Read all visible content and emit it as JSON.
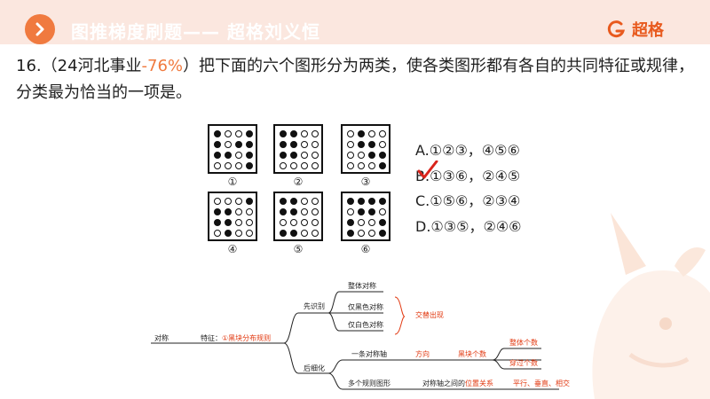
{
  "header": {
    "title": "图推梯度刷题—— 超格刘义恒",
    "brand": "超格"
  },
  "question": {
    "prefix": "16.（24河北事业",
    "percent": "-76%",
    "text": "）把下面的六个图形分为两类，使各类图形都有各自的共同特征或规律，分类最为恰当的一项是。"
  },
  "figures": [
    {
      "label": "①",
      "grid": [
        "bwwb",
        "bwbb",
        "bbwb",
        "wwwb"
      ]
    },
    {
      "label": "②",
      "grid": [
        "bbww",
        "bbww",
        "bbww",
        "wwww"
      ]
    },
    {
      "label": "③",
      "grid": [
        "wbww",
        "wbbw",
        "wwbb",
        "wwwb"
      ]
    },
    {
      "label": "④",
      "grid": [
        "wwwb",
        "bbww",
        "bbww",
        "wbww"
      ]
    },
    {
      "label": "⑤",
      "grid": [
        "bbww",
        "bbww",
        "wwww",
        "bbww"
      ]
    },
    {
      "label": "⑥",
      "grid": [
        "bbbb",
        "wbbw",
        "bwwb",
        "bwwb"
      ]
    }
  ],
  "options": [
    {
      "label": "A.①②③，④⑤⑥"
    },
    {
      "label": "B.①③⑥，②④⑤"
    },
    {
      "label": "C.①⑤⑥，②③④"
    },
    {
      "label": "D.①③⑤，②④⑥"
    }
  ],
  "mindmap": {
    "root": "对称",
    "feature": "特征：",
    "feature_red": "①黑块分布规则",
    "first_identify": "先识别",
    "overall": "整体对称",
    "black_only": "仅黑色对称",
    "white_only": "仅白色对称",
    "alternate": "交替出现",
    "refine_later": "后细化",
    "one_axis": "一条对称轴",
    "direction": "方向",
    "black_count": "黑块个数",
    "overall_count": "整体个数",
    "through_count": "穿过个数",
    "multi_rule": "多个规则图形",
    "axis_between": "对称轴之间的",
    "position_rel": "位置关系",
    "parallel": "平行、垂直、相交"
  },
  "colors": {
    "accent": "#f07a3f",
    "brand": "#e85a1e",
    "header_bg": "#fbe7df",
    "mindmap_red": "#e23a12"
  }
}
